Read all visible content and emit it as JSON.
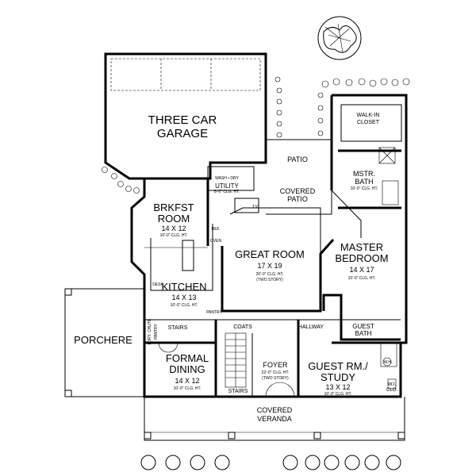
{
  "rooms": {
    "garage": {
      "name_line1": "THREE CAR",
      "name_line2": "GARAGE"
    },
    "patio": {
      "name": "PATIO"
    },
    "covered_patio": {
      "name_line1": "COVERED",
      "name_line2": "PATIO"
    },
    "walk_in_closet": {
      "name_line1": "WALK-IN",
      "name_line2": "CLOSET"
    },
    "master_bath": {
      "name_line1": "MSTR.",
      "name_line2": "BATH",
      "ceiling": "10'-0\" CLG. HT."
    },
    "wash_dry": {
      "name": "WASH • DRY"
    },
    "utility": {
      "name": "UTILITY",
      "ceiling": "8'-0\" CLG. HT."
    },
    "tv": {
      "name": "T.V."
    },
    "breakfast": {
      "name_line1": "BRKFST",
      "name_line2": "ROOM",
      "size": "14 X 12",
      "ceiling": "10'-0\" CLG. HT."
    },
    "great_room": {
      "name": "GREAT ROOM",
      "size": "17 X 19",
      "ceiling": "20'-0\" CLG. HT.",
      "note": "(TWO STORY)"
    },
    "master_bedroom": {
      "name_line1": "MASTER",
      "name_line2": "BEDROOM",
      "size": "14 X 17",
      "ceiling": "10'-0\" CLG. HT."
    },
    "kitchen": {
      "name": "KITCHEN",
      "size": "14 X 13",
      "ceiling": "10'-0\" CLG. HT."
    },
    "pantry": {
      "name": "PANTRY"
    },
    "coats": {
      "name": "COATS"
    },
    "hallway": {
      "name": "HALLWAY"
    },
    "guest_bath": {
      "name_line1": "GUEST",
      "name_line2": "BATH"
    },
    "porchere": {
      "name": "PORCHERE"
    },
    "formal_dining": {
      "name_line1": "FORMAL",
      "name_line2": "DINING",
      "size": "14 X 12",
      "ceiling": "10'-0\" CLG. HT."
    },
    "foyer": {
      "name": "FOYER",
      "ceiling": "22'-0\" CLG. HT.",
      "note": "(TWO STORY)"
    },
    "guest_study": {
      "name_line1": "GUEST RM./",
      "name_line2": "STUDY",
      "size": "13 X 12",
      "ceiling": "10'-0\" CLG. HT."
    },
    "wi_closet": {
      "name_line1": "W.I.",
      "name_line2": "CLO."
    },
    "veranda": {
      "name_line1": "COVERED",
      "name_line2": "VERANDA"
    }
  },
  "labels": {
    "stairs_upper": "STAIRS",
    "stairs_lower": "STAIRS",
    "desk": "DESK",
    "oven": "OVEN",
    "ref": "REF.",
    "ldry": "LDRY. CHUTE",
    "pantry_small": "PANTRY",
    "wh": "W.H."
  }
}
